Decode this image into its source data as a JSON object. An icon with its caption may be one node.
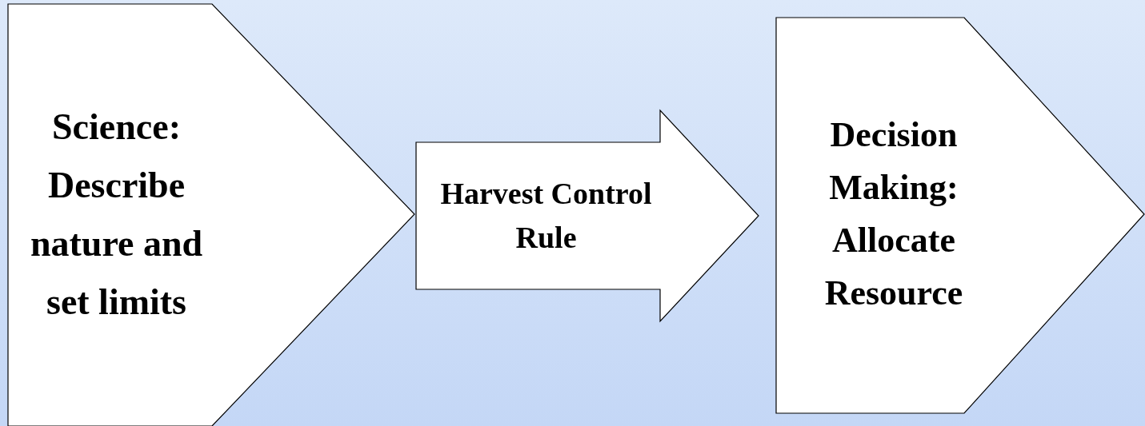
{
  "diagram": {
    "nodes": [
      {
        "text": [
          "Science: Describe nature and set limits"
        ]
      },
      {
        "text": [
          "Decision Making: Allocate Resource"
        ]
      }
    ],
    "edges": [
      {
        "from": 0,
        "to": 1,
        "arrow": "to",
        "label": "Harvest Control Rule"
      }
    ]
  }
}
